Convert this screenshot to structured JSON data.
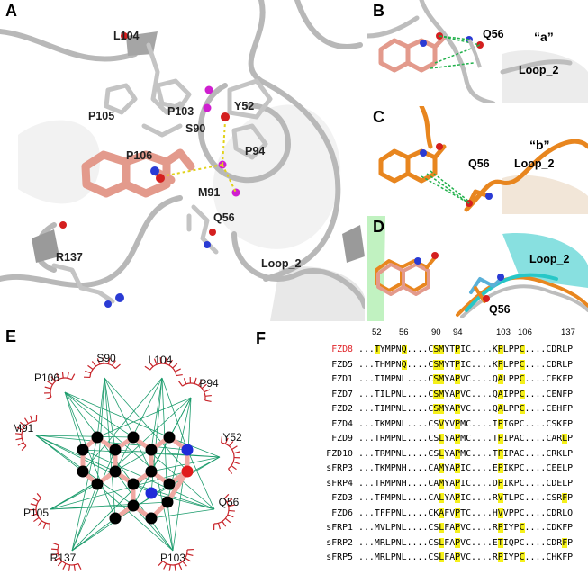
{
  "panels": {
    "A": {
      "label": "A",
      "residues": [
        "L104",
        "P105",
        "P103",
        "Y52",
        "S90",
        "P106",
        "P94",
        "M91",
        "R137",
        "Q56",
        "Loop_2"
      ]
    },
    "B": {
      "label": "B",
      "residue": "Q56",
      "conformation": "“a”",
      "loop": "Loop_2"
    },
    "C": {
      "label": "C",
      "residue": "Q56",
      "conformation": "“b”",
      "loop": "Loop_2"
    },
    "D": {
      "label": "D",
      "residue": "Q56",
      "loop": "Loop_2"
    },
    "E": {
      "label": "E",
      "residues": [
        "S90",
        "L104",
        "P106",
        "P94",
        "M91",
        "Y52",
        "P105",
        "Q56",
        "R137",
        "P103"
      ]
    },
    "F": {
      "label": "F",
      "positions": [
        "52",
        "56",
        "90",
        "94",
        "103",
        "106",
        "137"
      ],
      "rows": [
        {
          "name": "FZD8",
          "seq": "...TYMPNQ....CSMYTPIC....KPLPPC....CDRLP",
          "highlight": [
            3,
            8,
            14,
            15,
            18,
            26,
            30
          ],
          "emphasis": true
        },
        {
          "name": "FZD5",
          "seq": "...THMPNQ....CSMYTPIC....KPLPPC....CDRLP",
          "highlight": [
            8,
            14,
            15,
            18,
            26,
            30
          ]
        },
        {
          "name": "FZD1",
          "seq": "...TIMPNL....CSMYAPVC....QALPPC....CEKFP",
          "highlight": [
            14,
            15,
            18,
            26,
            30
          ]
        },
        {
          "name": "FZD7",
          "seq": "...TILPNL....CSMYAPVC....QAIPPC....CENFP",
          "highlight": [
            14,
            15,
            18,
            26,
            30
          ]
        },
        {
          "name": "FZD2",
          "seq": "...TIMPNL....CSMYAPVC....QALPPC....CEHFP",
          "highlight": [
            14,
            15,
            18,
            26,
            30
          ]
        },
        {
          "name": "FZD4",
          "seq": "...TKMPNL....CSVYVPMC....IPIGPC....CSKFP",
          "highlight": [
            15,
            18,
            26
          ]
        },
        {
          "name": "FZD9",
          "seq": "...TRMPNL....CSLYAPMC....TPIPAC....CARLP",
          "highlight": [
            15,
            18,
            26,
            38
          ]
        },
        {
          "name": "FZD10",
          "seq": "...TRMPNL....CSLYAPMC....TPIPAC....CRKLP",
          "highlight": [
            15,
            18,
            26
          ]
        },
        {
          "name": "sFRP3",
          "seq": "...TKMPNH....CAMYAPIC....EPIKPC....CEELP",
          "highlight": [
            15,
            18,
            26
          ]
        },
        {
          "name": "sFRP4",
          "seq": "...TRMPNH....CAMYAPIC....DPIKPC....CDELP",
          "highlight": [
            15,
            18,
            26
          ]
        },
        {
          "name": "FZD3",
          "seq": "...TFMPNL....CALYAPIC....RVTLPC....CSRFP",
          "highlight": [
            15,
            18,
            26,
            38
          ]
        },
        {
          "name": "FZD6",
          "seq": "...TFFPNL....CKAFVPTC....HVVPPC....CDRLQ",
          "highlight": [
            15,
            18,
            26
          ]
        },
        {
          "name": "sFRP1",
          "seq": "...MVLPNL....CSLFAPVC....RPIYPC....CDKFP",
          "highlight": [
            15,
            18,
            26,
            30
          ]
        },
        {
          "name": "sFRP2",
          "seq": "...MRLPNL....CSLFAPVC....ETIQPC....CDRFP",
          "highlight": [
            15,
            18,
            26,
            38
          ]
        },
        {
          "name": "sFRP5",
          "seq": "...MRLPNL....CSLFAPVC....RPIYPC....CHKFP",
          "highlight": [
            15,
            18,
            26,
            30
          ]
        }
      ]
    }
  },
  "colors": {
    "ligand": "#e39a8c",
    "protein": "#cfcfcf",
    "conformation_b": "#e8861f",
    "hbond": "#22b14c",
    "highlight": "#f5f01a",
    "fzd8_label": "#e0262b",
    "hydrophobic": "#c8252b",
    "contact_line": "#1a9b6b"
  }
}
